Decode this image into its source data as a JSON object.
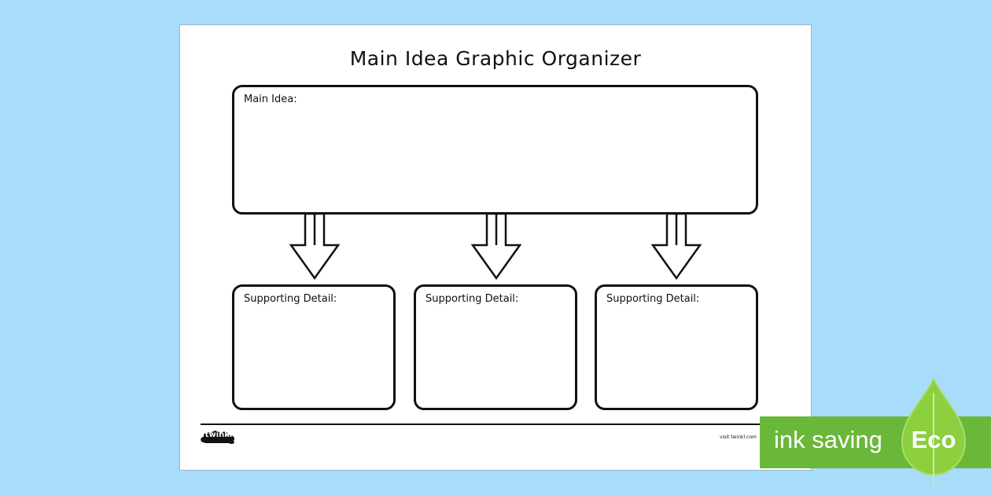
{
  "page": {
    "title": "Main Idea Graphic Organizer"
  },
  "organizer": {
    "main_idea_label": "Main Idea:",
    "details": [
      {
        "label": "Supporting Detail:"
      },
      {
        "label": "Supporting Detail:"
      },
      {
        "label": "Supporting Detail:"
      }
    ]
  },
  "footer": {
    "logo_text": "twinkl",
    "visit_text": "visit twinkl.com"
  },
  "eco_badge": {
    "text": "ink saving",
    "leaf_text": "Eco",
    "color": "#6ab83a",
    "leaf_color": "#8ccf3f"
  },
  "colors": {
    "background": "#a8dcfb",
    "sheet": "#ffffff",
    "stroke": "#111111"
  }
}
